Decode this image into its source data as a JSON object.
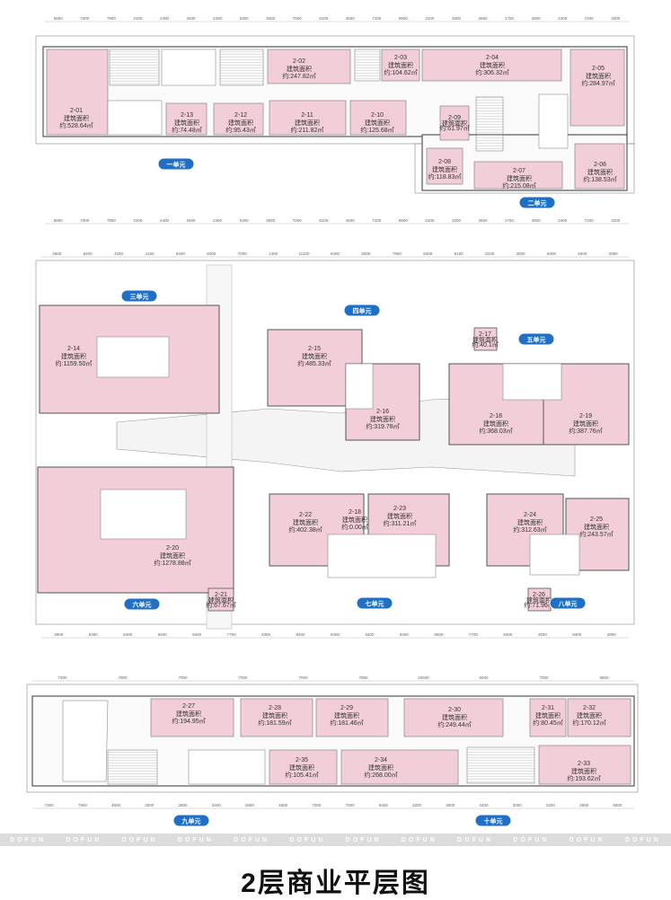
{
  "title": "2层商业平层图",
  "brand_word": "DOFUN",
  "area_label": "建筑面积",
  "units": [
    {
      "id": "2-01",
      "area": "约:528.64㎡"
    },
    {
      "id": "2-02",
      "area": "约:247.82㎡"
    },
    {
      "id": "2-03",
      "area": "约:104.62㎡"
    },
    {
      "id": "2-04",
      "area": "约:306.32㎡"
    },
    {
      "id": "2-05",
      "area": "约:284.97㎡"
    },
    {
      "id": "2-06",
      "area": "约:138.53㎡"
    },
    {
      "id": "2-07",
      "area": "约:215.08㎡"
    },
    {
      "id": "2-08",
      "area": "约:118.83㎡"
    },
    {
      "id": "2-09",
      "area": "约:61.97㎡"
    },
    {
      "id": "2-10",
      "area": "约:125.68㎡"
    },
    {
      "id": "2-11",
      "area": "约:211.82㎡"
    },
    {
      "id": "2-12",
      "area": "约:95.43㎡"
    },
    {
      "id": "2-13",
      "area": "约:74.48㎡"
    },
    {
      "id": "2-14",
      "area": "约:1159.50㎡"
    },
    {
      "id": "2-15",
      "area": "约:485.33㎡"
    },
    {
      "id": "2-16",
      "area": "约:319.78㎡"
    },
    {
      "id": "2-17",
      "area": "约:40.1㎡"
    },
    {
      "id": "2-18",
      "area": "约:368.03㎡"
    },
    {
      "id": "2-19",
      "area": "约:387.76㎡"
    },
    {
      "id": "2-20",
      "area": "约:1278.88㎡"
    },
    {
      "id": "2-21",
      "area": "约:67.67㎡"
    },
    {
      "id": "2-22",
      "area": "约:402.38㎡"
    },
    {
      "id": "2-23",
      "area": "约:311.21㎡"
    },
    {
      "id": "2-18",
      "area": "约:0.00㎡"
    },
    {
      "id": "2-24",
      "area": "约:312.63㎡"
    },
    {
      "id": "2-25",
      "area": "约:243.57㎡"
    },
    {
      "id": "2-26",
      "area": "约:71.96㎡"
    },
    {
      "id": "2-27",
      "area": "约:194.95㎡"
    },
    {
      "id": "2-28",
      "area": "约:181.59㎡"
    },
    {
      "id": "2-29",
      "area": "约:181.46㎡"
    },
    {
      "id": "2-30",
      "area": "约:249.44㎡"
    },
    {
      "id": "2-31",
      "area": "约:80.45㎡"
    },
    {
      "id": "2-32",
      "area": "约:170.12㎡"
    },
    {
      "id": "2-33",
      "area": "约:193.62㎡"
    },
    {
      "id": "2-34",
      "area": "约:268.00㎡"
    },
    {
      "id": "2-35",
      "area": "约:105.41㎡"
    }
  ],
  "badges": [
    "一单元",
    "二单元",
    "三单元",
    "四单元",
    "五单元",
    "六单元",
    "七单元",
    "八单元",
    "九单元",
    "十单元"
  ],
  "dims_top1": [
    "5800",
    "7000",
    "7900",
    "3100",
    "2400",
    "3400",
    "2400",
    "5300",
    "3500",
    "7000",
    "8100",
    "4500",
    "7100",
    "8900",
    "3100",
    "3200",
    "2650",
    "1750",
    "2600",
    "2400",
    "7200",
    "3200"
  ],
  "dims_top2": [
    "4900",
    "8400",
    "4250",
    "4150",
    "8400",
    "8400",
    "7000",
    "1450",
    "11100",
    "8400",
    "8400",
    "7900",
    "8400",
    "9100",
    "5100",
    "3000",
    "8400",
    "8400",
    "2900"
  ],
  "dims_bot2": [
    "4900",
    "8400",
    "8400",
    "9400",
    "9400",
    "7700",
    "3300",
    "8400",
    "8400",
    "8400",
    "8400",
    "5600",
    "7700",
    "8400",
    "4500",
    "8400",
    "2900"
  ],
  "dims_top3": [
    "7300",
    "7900",
    "7000",
    "7000",
    "7000",
    "7850",
    "10500",
    "8400",
    "7000",
    "5800"
  ],
  "dims_bot3": [
    "7300",
    "7900",
    "4800",
    "3000",
    "2800",
    "2400",
    "2600",
    "2600",
    "7000",
    "7000",
    "8400",
    "3200",
    "3000",
    "2400",
    "3000",
    "3200",
    "2800",
    "5800"
  ],
  "colors": {
    "unit_fill": "#f2cfd8",
    "badge": "#1f6fc4",
    "wall": "#555555"
  }
}
